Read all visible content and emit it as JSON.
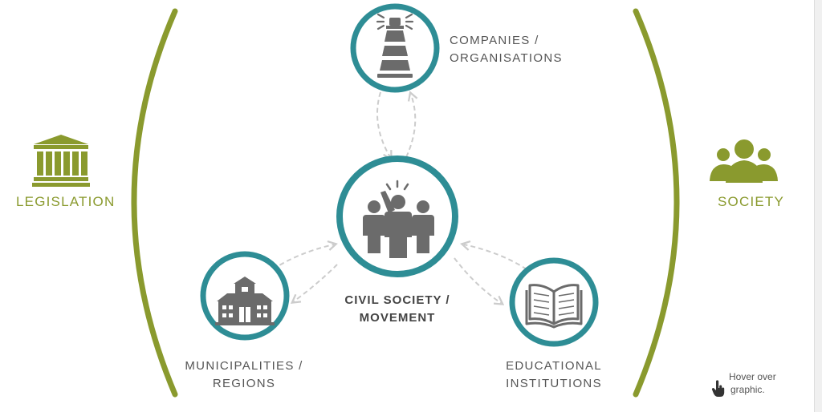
{
  "nodes": {
    "companies": {
      "line1": "COMPANIES /",
      "line2": "ORGANISATIONS"
    },
    "civil": {
      "line1": "CIVIL SOCIETY /",
      "line2": "MOVEMENT"
    },
    "municipalities": {
      "line1": "MUNICIPALITIES /",
      "line2": "REGIONS"
    },
    "educational": {
      "line1": "EDUCATIONAL",
      "line2": "INSTITUTIONS"
    }
  },
  "sides": {
    "left": "LEGISLATION",
    "right": "SOCIETY"
  },
  "hint": {
    "line1": "Hover over",
    "line2": "graphic."
  },
  "colors": {
    "ring": "#2e8d95",
    "bracket": "#8a9a2e",
    "icon": "#6b6b6b",
    "arrow": "#cccccc",
    "text": "#555555"
  },
  "icons": {
    "companies": "lighthouse-icon",
    "civil": "people-raising-hand-icon",
    "municipalities": "town-hall-icon",
    "educational": "open-book-icon",
    "legislation": "courthouse-icon",
    "society": "group-icon",
    "hint": "pointer-hand-icon"
  }
}
